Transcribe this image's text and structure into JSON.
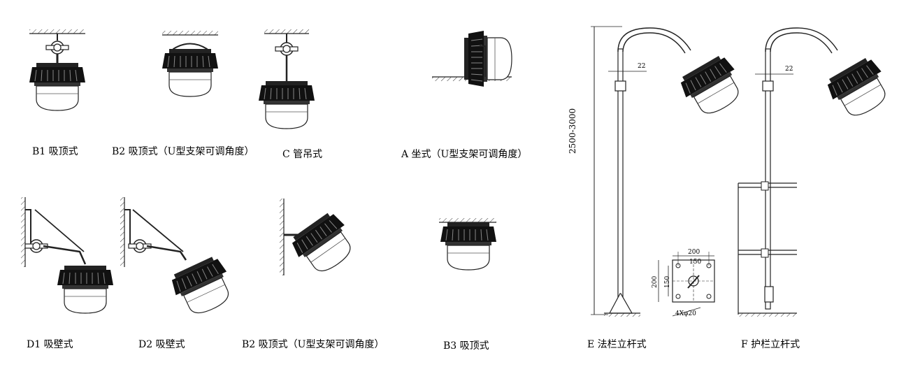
{
  "captions": {
    "b1": "B1 吸顶式",
    "b2": "B2 吸顶式（U型支架可调角度）",
    "c": "C 管吊式",
    "a": "A 坐式（U型支架可调角度）",
    "d1": "D1 吸壁式",
    "d2": "D2 吸壁式",
    "b2_wall": "B2 吸顶式（U型支架可调角度）",
    "b3": "B3 吸顶式",
    "e": "E 法栏立杆式",
    "f": "F 护栏立杆式"
  },
  "dimensions": {
    "e_offset": "22",
    "f_offset": "22",
    "height_range": "2500-3000",
    "base_outer": "200",
    "base_inner": "150",
    "base_height_outer": "200",
    "base_height_inner": "150",
    "bolt_holes": "4Xφ20"
  }
}
